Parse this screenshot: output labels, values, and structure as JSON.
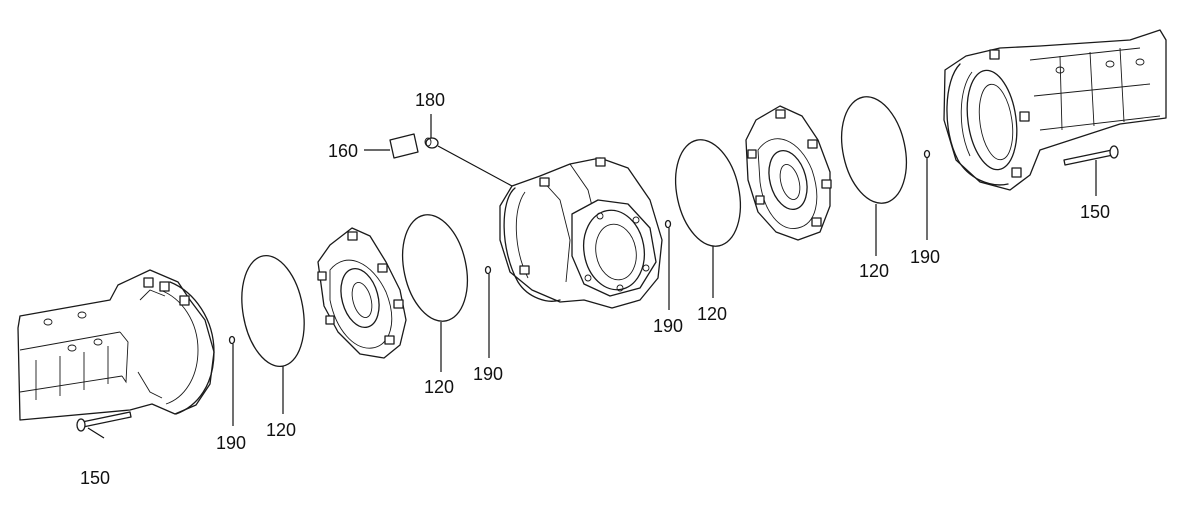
{
  "diagram": {
    "labels": {
      "l120a": "120",
      "l120b": "120",
      "l120c": "120",
      "l120d": "120",
      "l150a": "150",
      "l150b": "150",
      "l160": "160",
      "l180": "180",
      "l190a": "190",
      "l190b": "190",
      "l190c": "190",
      "l190d": "190"
    }
  }
}
